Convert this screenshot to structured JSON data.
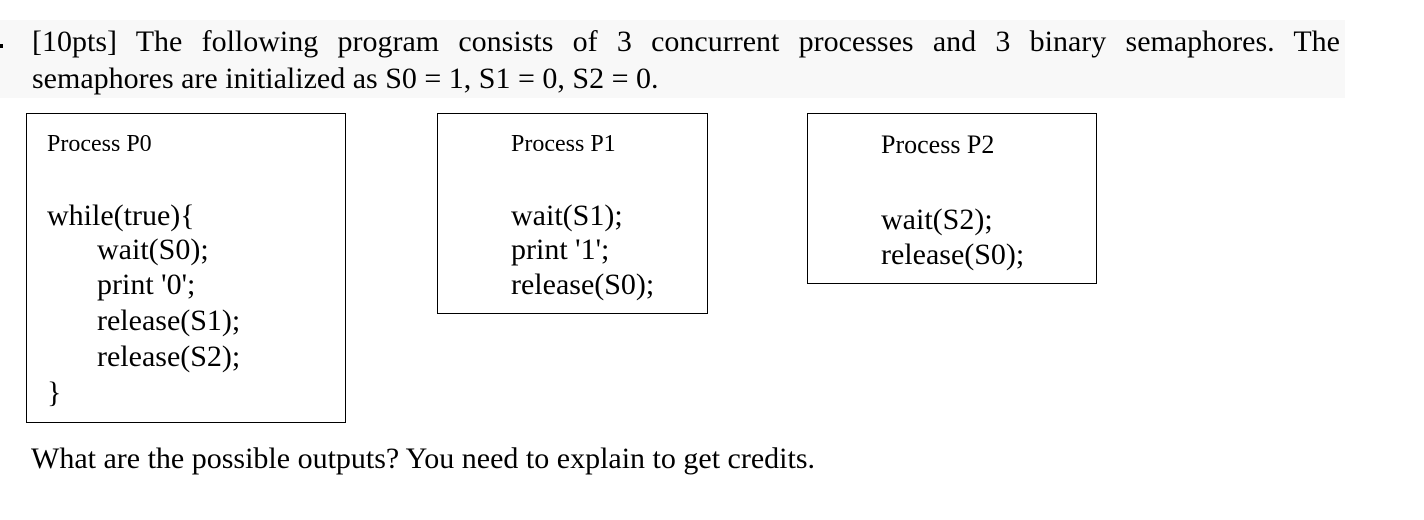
{
  "question": {
    "line1": "[10pts] The following program consists of 3 concurrent processes and 3 binary semaphores. The",
    "line2": "semaphores are initialized as S0 = 1, S1 = 0, S2 = 0."
  },
  "processes": [
    {
      "title": "Process P0",
      "code": [
        "while(true){",
        "wait(S0);",
        "print '0';",
        "release(S1);",
        "release(S2);",
        "}"
      ]
    },
    {
      "title": "Process P1",
      "code": [
        "wait(S1);",
        "print '1';",
        "release(S0);"
      ]
    },
    {
      "title": "Process P2",
      "code": [
        "wait(S2);",
        "release(S0);"
      ]
    }
  ],
  "footer": {
    "prompt": "What are the possible outputs? You need to explain to get credits."
  }
}
